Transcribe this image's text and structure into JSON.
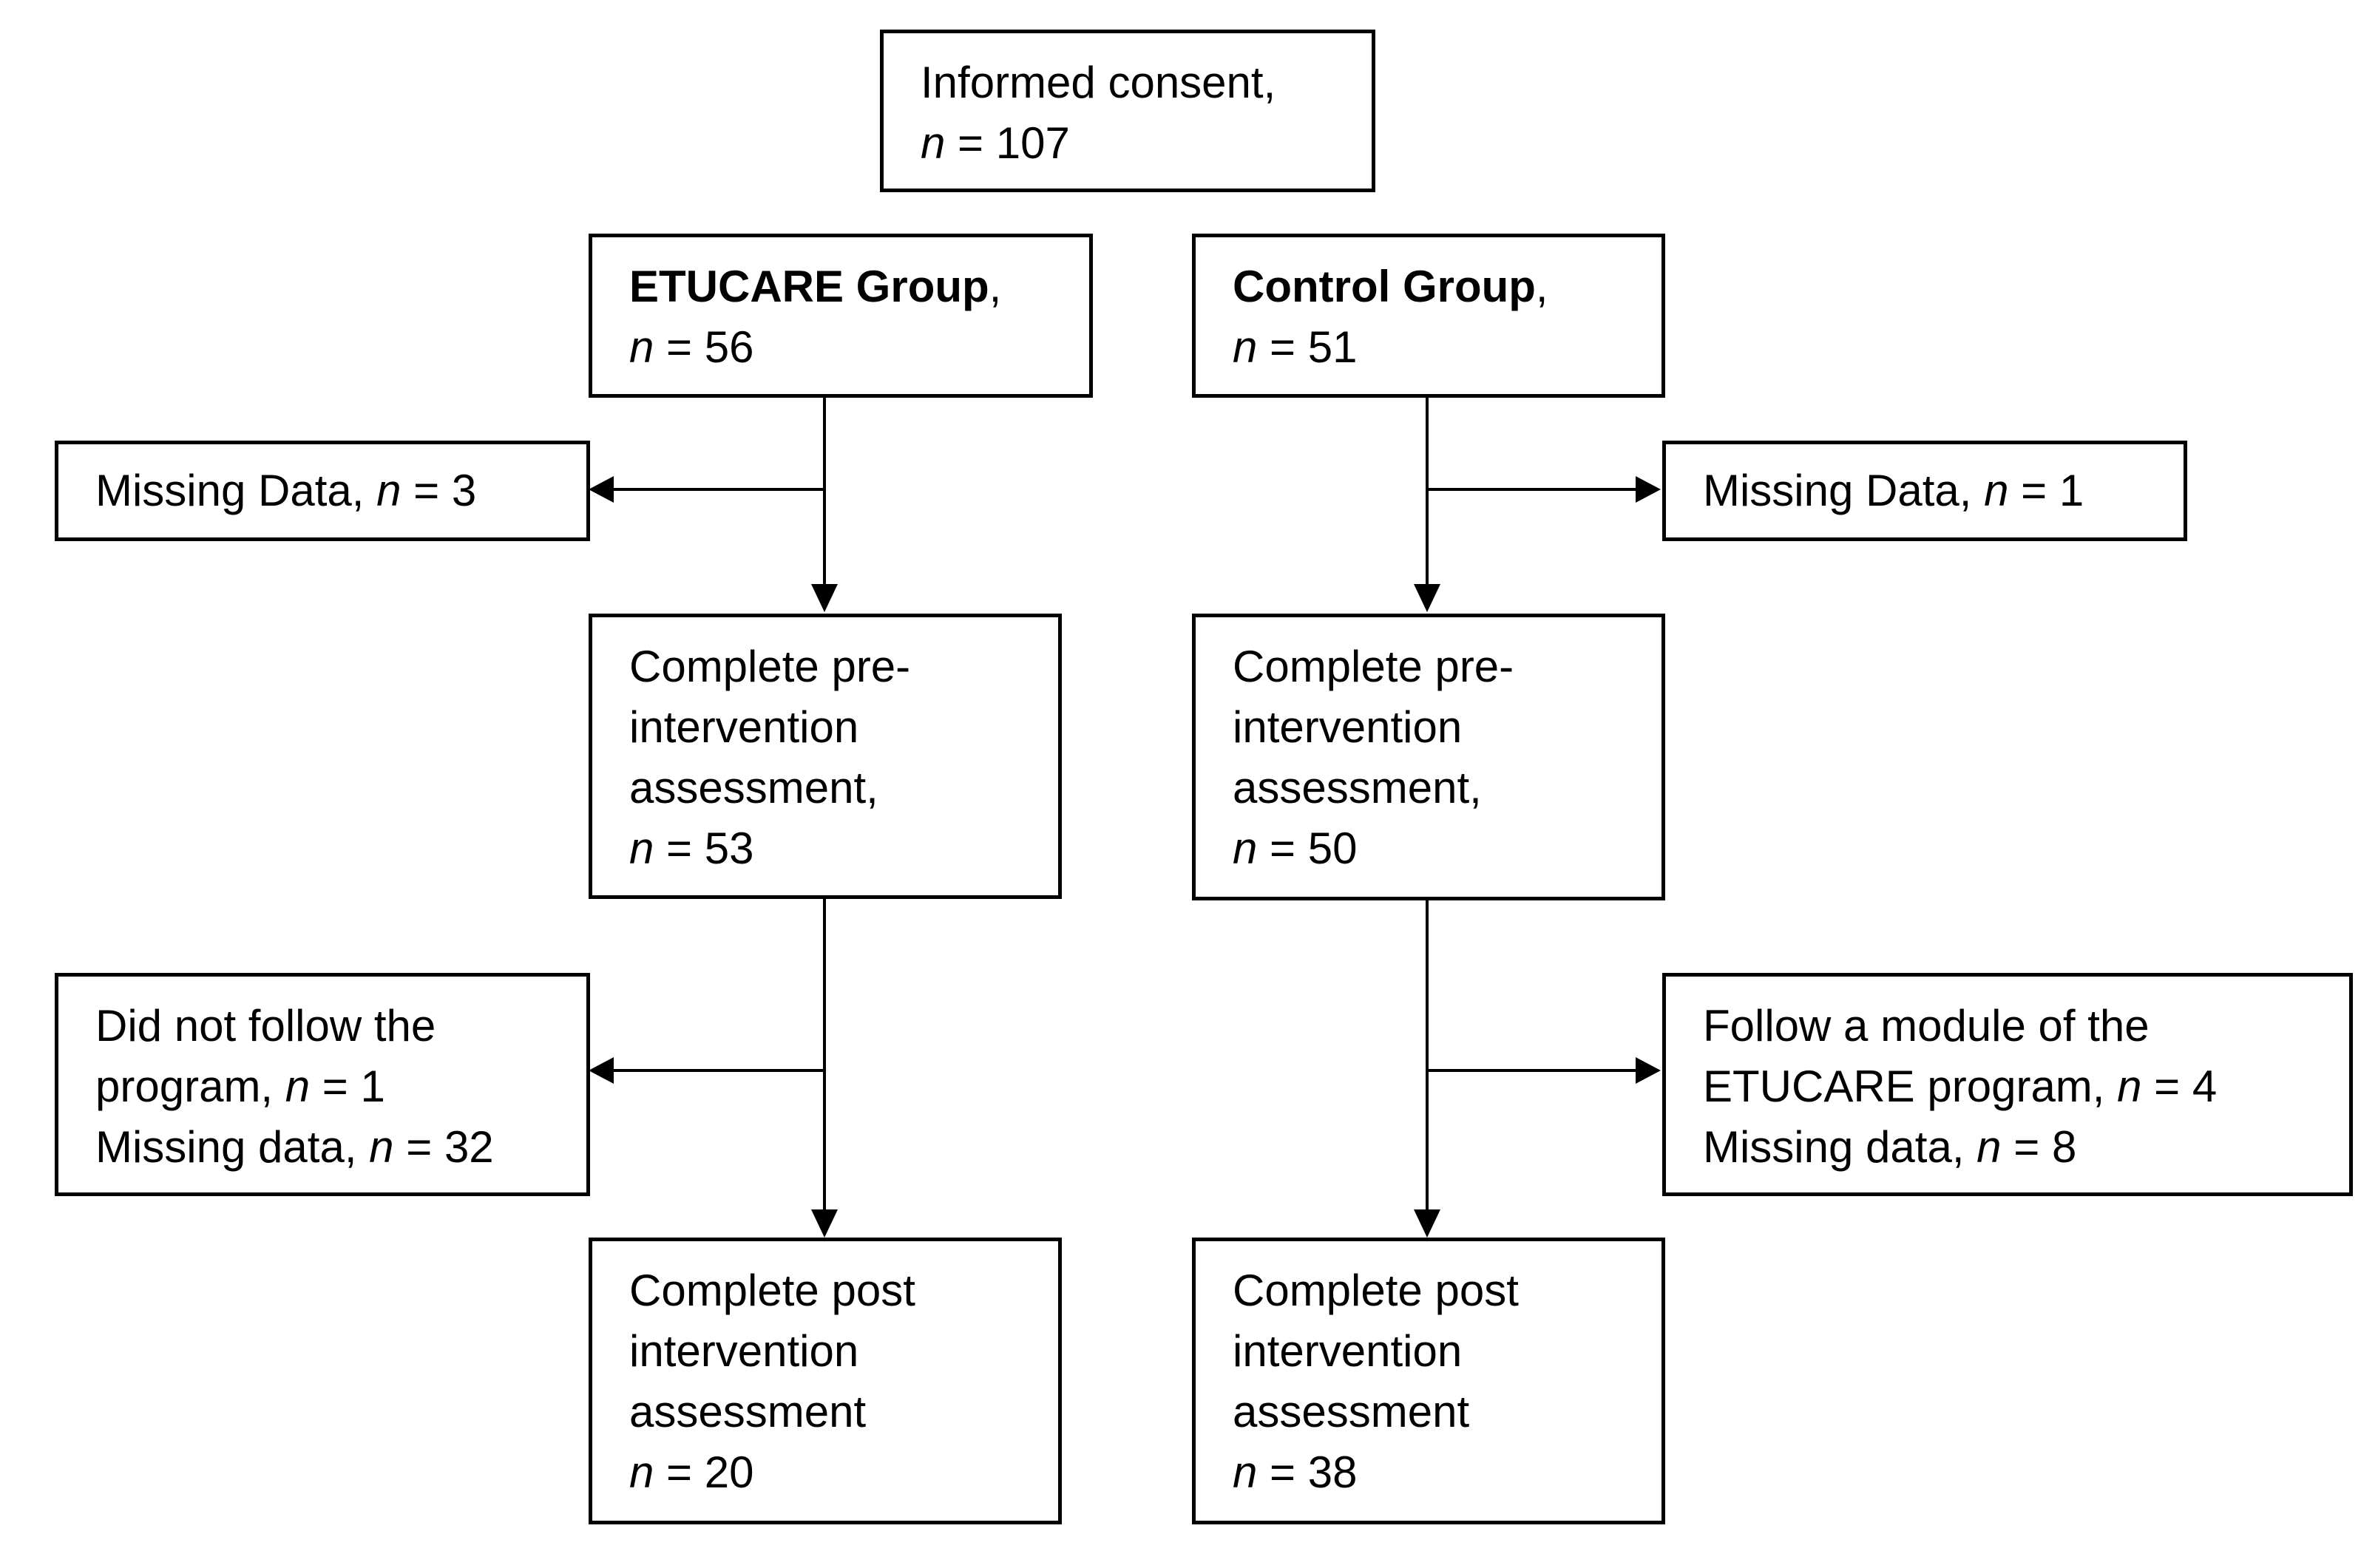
{
  "n_symbol": "n",
  "eq": " = ",
  "boxes": {
    "consent": {
      "label": "Informed consent,",
      "n": "107"
    },
    "etucare_group": {
      "name": "ETUCARE Group",
      "comma": ",",
      "n": "56"
    },
    "control_group": {
      "name": "Control Group",
      "comma": ",",
      "n": "51"
    },
    "etucare_missing": {
      "label": "Missing Data, ",
      "n": "3"
    },
    "control_missing": {
      "label": "Missing Data, ",
      "n": "1"
    },
    "etucare_pre": {
      "lines": [
        "Complete pre-",
        "intervention",
        "assessment,"
      ],
      "n": "53"
    },
    "control_pre": {
      "lines": [
        "Complete pre-",
        "intervention",
        "assessment,"
      ],
      "n": "50"
    },
    "etucare_dropout": {
      "line1": "Did not follow the",
      "line2": "program, ",
      "n1": "1",
      "line3": "Missing data, ",
      "n2": "32"
    },
    "control_dropout": {
      "line1": "Follow a module of the",
      "line2": "ETUCARE program, ",
      "n1": "4",
      "line3": "Missing data, ",
      "n2": "8"
    },
    "etucare_post": {
      "lines": [
        "Complete post",
        "intervention",
        "assessment"
      ],
      "n": "20"
    },
    "control_post": {
      "lines": [
        "Complete post",
        "intervention",
        "assessment"
      ],
      "n": "38"
    }
  }
}
